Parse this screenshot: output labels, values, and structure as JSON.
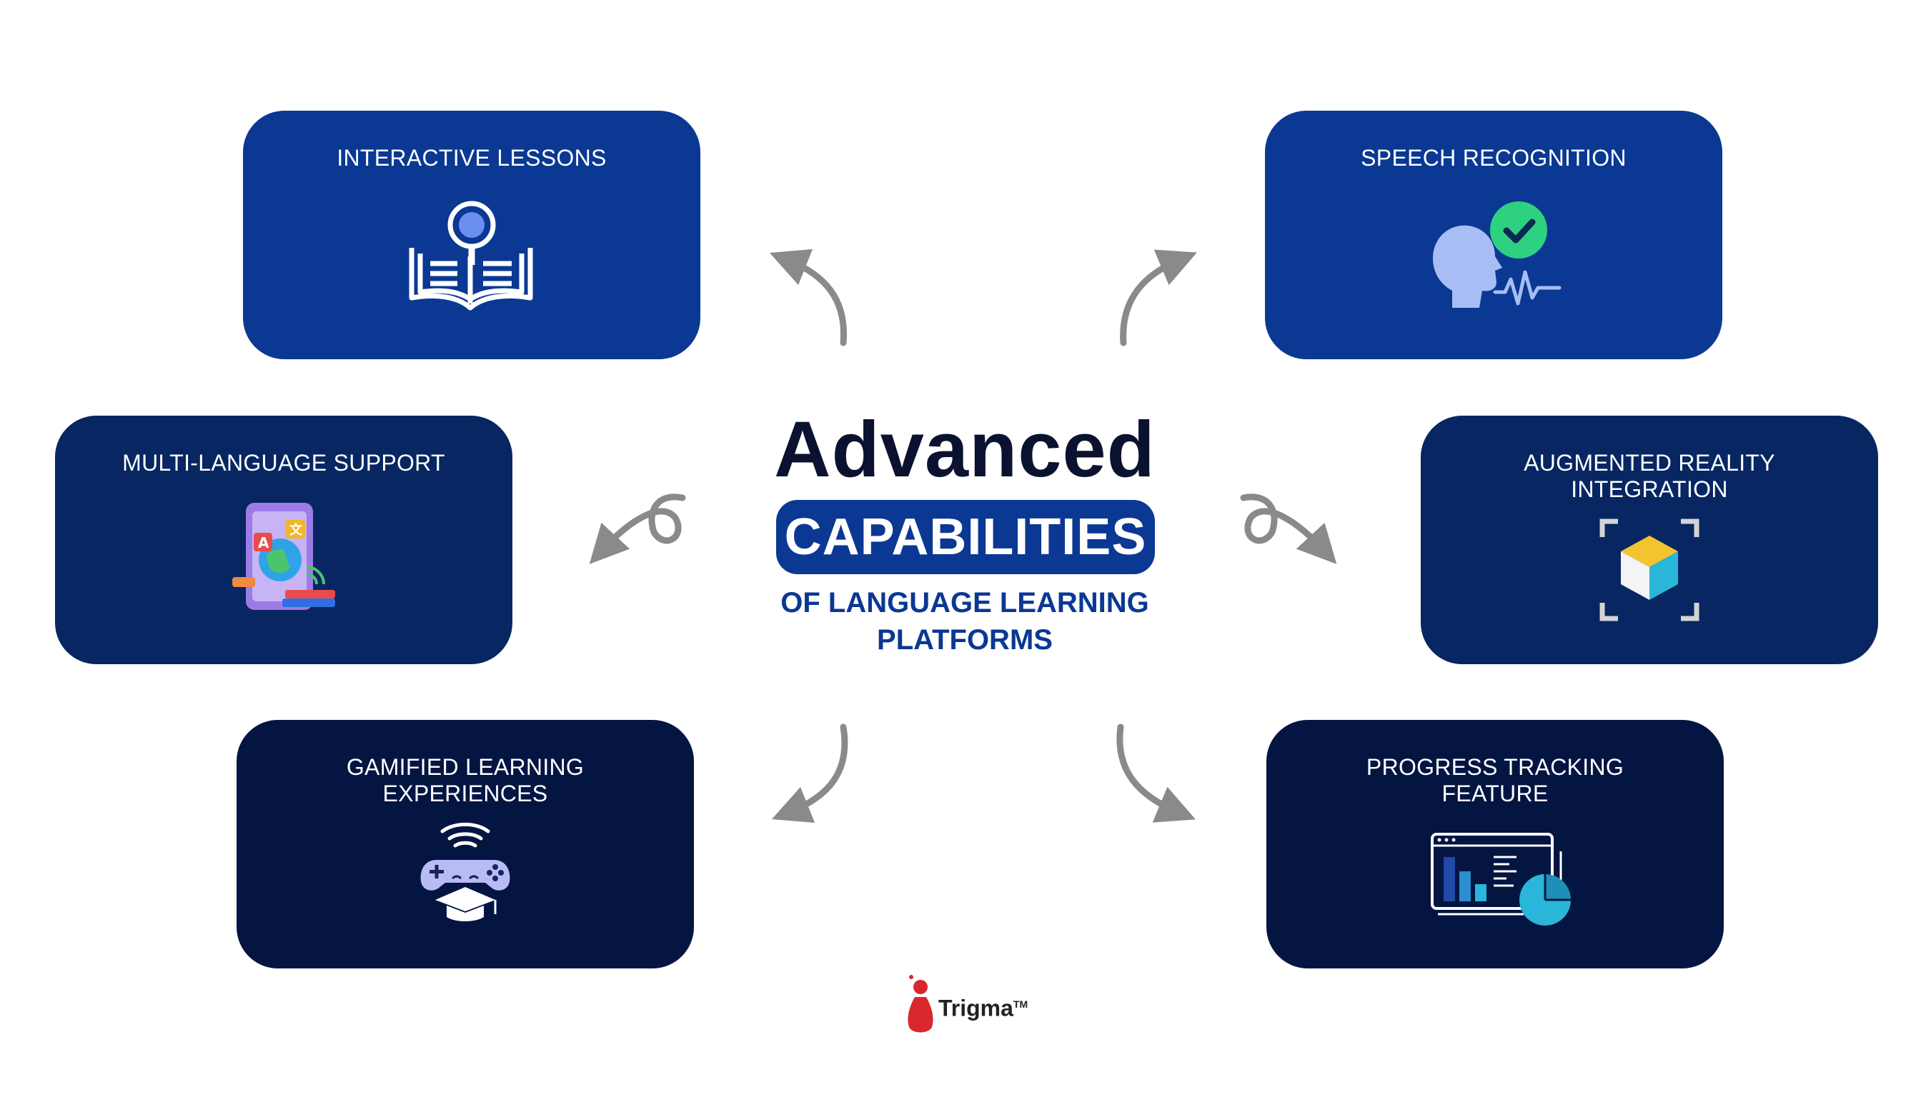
{
  "center": {
    "title": "Advanced",
    "pill": "CAPABILITIES",
    "subtitle_line1": "OF LANGUAGE LEARNING",
    "subtitle_line2": "PLATFORMS"
  },
  "cards": {
    "interactive_lessons": {
      "title": "INTERACTIVE LESSONS",
      "icon": "open-book-magnifier-icon"
    },
    "speech_recognition": {
      "title": "SPEECH RECOGNITION",
      "icon": "head-checkmark-waveform-icon"
    },
    "multi_language": {
      "title": "MULTI-LANGUAGE SUPPORT",
      "icon": "phone-globe-translate-icon"
    },
    "augmented_reality": {
      "title_line1": "AUGMENTED REALITY",
      "title_line2": "INTEGRATION",
      "icon": "ar-cube-icon"
    },
    "gamified": {
      "title_line1": "GAMIFIED LEARNING",
      "title_line2": "EXPERIENCES",
      "icon": "gamepad-graduation-cap-icon"
    },
    "progress_tracking": {
      "title_line1": "PROGRESS TRACKING",
      "title_line2": "FEATURE",
      "icon": "dashboard-chart-icon"
    }
  },
  "logo": {
    "name": "Trigma",
    "tm": "TM"
  },
  "colors": {
    "card_top": "#0a3893",
    "card_middle": "#072662",
    "card_bottom": "#041542",
    "title_dark": "#0b1230",
    "arrow": "#8a8a8a",
    "logo_red": "#d8282d"
  }
}
